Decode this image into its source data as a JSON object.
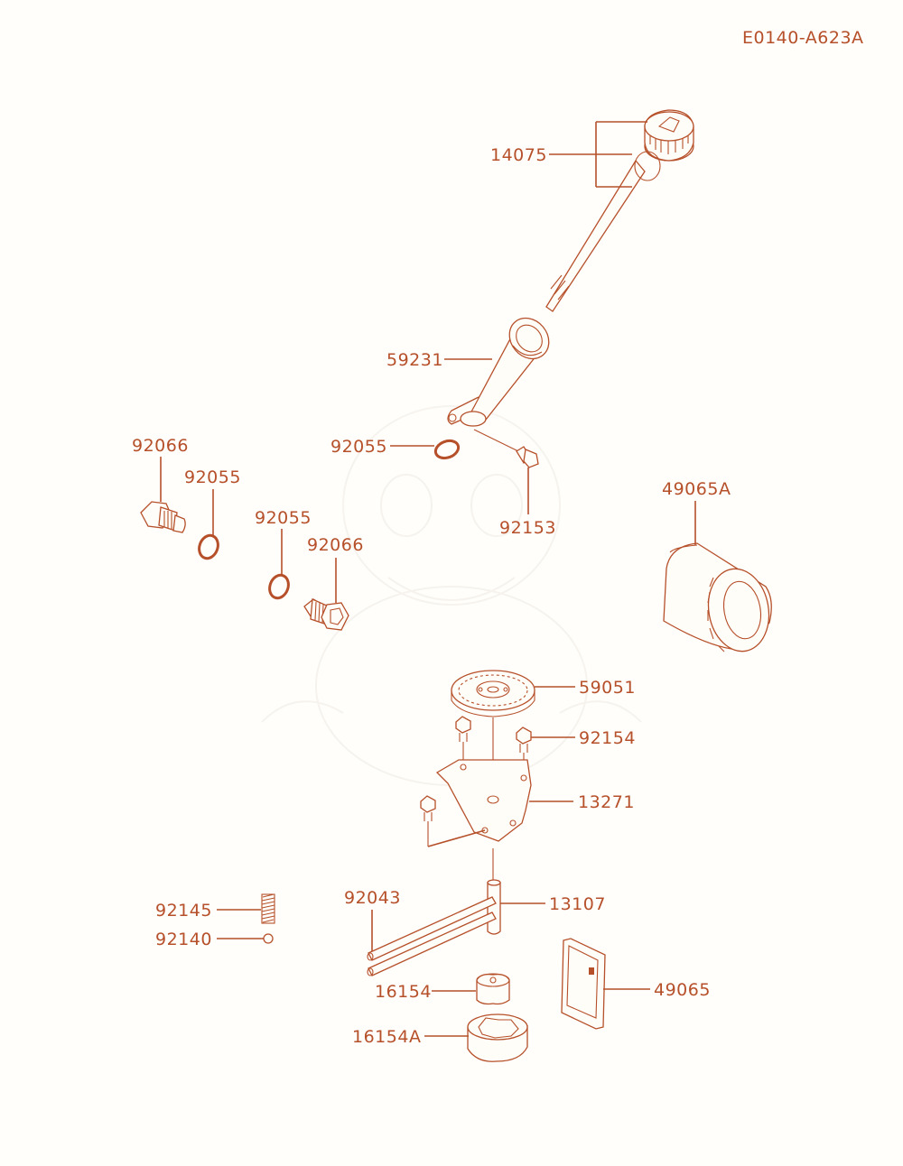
{
  "diagram": {
    "reference_code": "E0140-A623A",
    "accent_color": "#b6502a",
    "parts": [
      {
        "id": "p14075",
        "number": "14075"
      },
      {
        "id": "p59231",
        "number": "59231"
      },
      {
        "id": "p92055a",
        "number": "92055"
      },
      {
        "id": "p92153",
        "number": "92153"
      },
      {
        "id": "p92066a",
        "number": "92066"
      },
      {
        "id": "p92055b",
        "number": "92055"
      },
      {
        "id": "p92055c",
        "number": "92055"
      },
      {
        "id": "p92066b",
        "number": "92066"
      },
      {
        "id": "p49065A",
        "number": "49065A"
      },
      {
        "id": "p59051",
        "number": "59051"
      },
      {
        "id": "p92154",
        "number": "92154"
      },
      {
        "id": "p13271",
        "number": "13271"
      },
      {
        "id": "p92043",
        "number": "92043"
      },
      {
        "id": "p13107",
        "number": "13107"
      },
      {
        "id": "p92145",
        "number": "92145"
      },
      {
        "id": "p92140",
        "number": "92140"
      },
      {
        "id": "p16154",
        "number": "16154"
      },
      {
        "id": "p49065",
        "number": "49065"
      },
      {
        "id": "p16154A",
        "number": "16154A"
      }
    ]
  }
}
